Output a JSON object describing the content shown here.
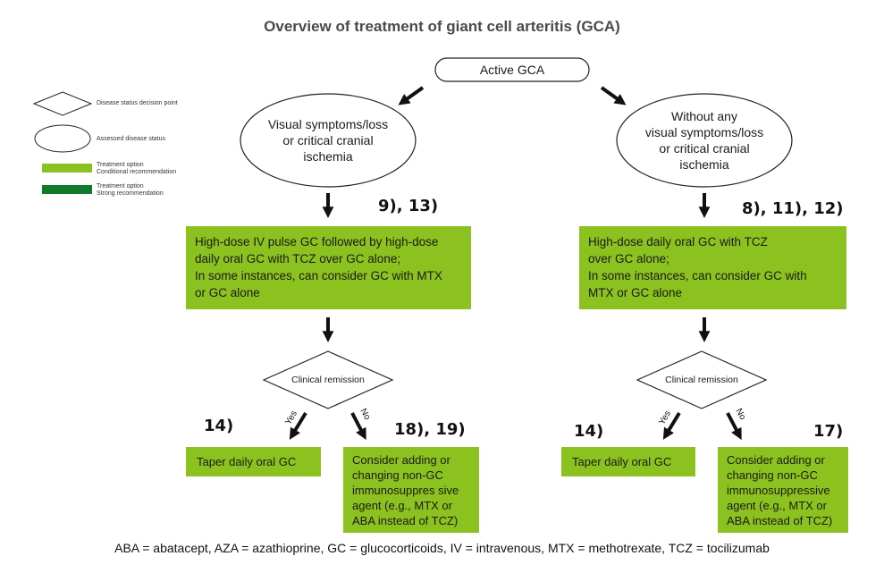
{
  "title": "Overview of treatment of giant cell arteritis (GCA)",
  "colors": {
    "conditional": "#8cc21f",
    "strong": "#0e7a2c",
    "title": "#4a4a4a"
  },
  "legend": {
    "decision_point": "Disease status decision point",
    "assessed_status": "Assessed disease status",
    "conditional": "Treatment option\nConditional recommendation",
    "strong": "Treatment option\nStrong recommendation"
  },
  "root": "Active GCA",
  "left": {
    "status": "Visual symptoms/loss\nor critical cranial\nischemia",
    "ref_main": "9), 13)",
    "treatment": "High-dose IV pulse GC followed by high-dose\ndaily oral GC with TCZ over GC alone;\nIn some instances, can consider GC with MTX\nor GC alone",
    "decision": "Clinical remission",
    "yes": "Yes",
    "no": "No",
    "ref_yes": "14)",
    "ref_no": "18), 19)",
    "yes_box": "Taper daily oral GC",
    "no_box": "Consider adding or\nchanging non-GC\nimmunosuppres sive\nagent (e.g., MTX or\nABA instead of TCZ)"
  },
  "right": {
    "status": "Without any\nvisual symptoms/loss\nor critical cranial\nischemia",
    "ref_main": "8), 11), 12)",
    "treatment": "High-dose daily oral GC with TCZ\nover GC alone;\nIn some instances, can consider GC with\nMTX or GC alone",
    "decision": "Clinical remission",
    "yes": "Yes",
    "no": "No",
    "ref_yes": "14)",
    "ref_no": "17)",
    "yes_box": "Taper daily oral GC",
    "no_box": "Consider adding or\nchanging non-GC\nimmunosuppressive\nagent (e.g., MTX or\nABA instead of TCZ)"
  },
  "footnote": "ABA = abatacept, AZA = azathioprine, GC = glucocorticoids, IV = intravenous, MTX = methotrexate, TCZ = tocilizumab"
}
